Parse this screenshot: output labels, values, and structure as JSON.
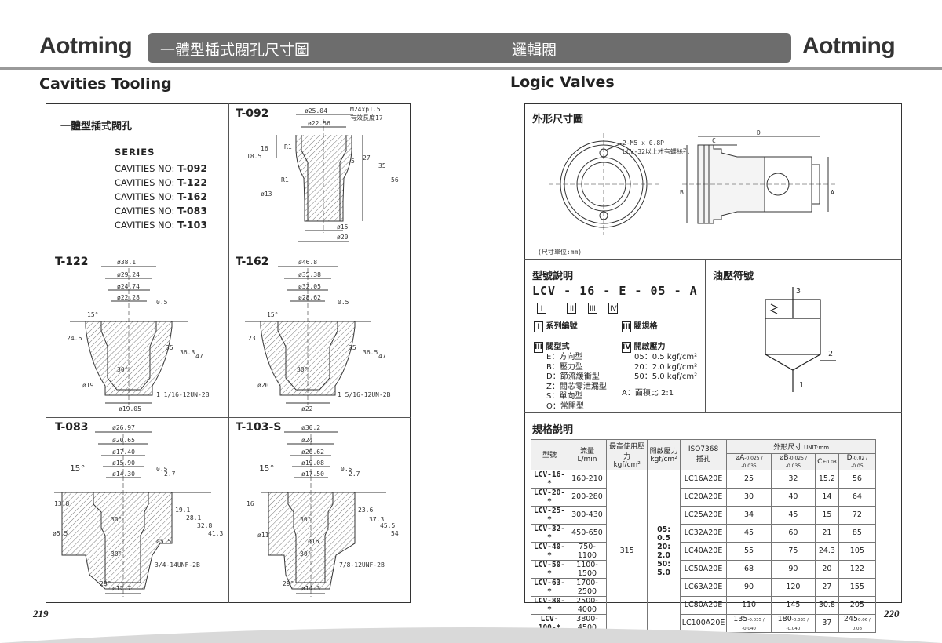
{
  "brand": "Aotming",
  "header": {
    "left_title": "一體型插式閥孔尺寸圖",
    "right_title": "邏輯閥"
  },
  "left": {
    "section": "Cavities Tooling",
    "series_box": {
      "heading": "一體型插式閥孔",
      "series_label": "SERIES",
      "cavities_prefix": "CAVITIES NO:",
      "cavities": [
        "T-092",
        "T-122",
        "T-162",
        "T-083",
        "T-103"
      ]
    },
    "drawings": [
      {
        "title": "T-092",
        "dims": [
          "ø25.04",
          "M24xp1.5",
          "有效長度17",
          "ø22.56",
          "18.5",
          "16",
          "R1",
          "5",
          "27",
          "35",
          "56",
          "ø13",
          "R1",
          "ø15",
          "ø20"
        ]
      },
      {
        "title": "T-122",
        "dims": [
          "ø38.1",
          "ø29.24",
          "ø24.74",
          "ø22.28",
          "0.5",
          "15°",
          "24.6",
          "35",
          "36.3",
          "47",
          "30°",
          "ø19",
          "1 1/16-12UN-2B",
          "ø19.05"
        ]
      },
      {
        "title": "T-162",
        "dims": [
          "ø46.8",
          "ø35.38",
          "ø32.05",
          "ø28.62",
          "0.5",
          "15°",
          "23",
          "35",
          "36.5",
          "47",
          "30°",
          "ø20",
          "1 5/16-12UN-2B",
          "ø22"
        ]
      },
      {
        "title": "T-083",
        "dims": [
          "ø26.97",
          "ø20.65",
          "ø17.40",
          "ø15.90",
          "ø14.30",
          "0.5",
          "2.7",
          "15°",
          "13.8",
          "19.1",
          "28.1",
          "32.8",
          "41.3",
          "30°",
          "ø5.5",
          "ø5.5",
          "30°",
          "3/4-14UNF-2B",
          "29°",
          "ø12.7"
        ]
      },
      {
        "title": "T-103-S",
        "dims": [
          "ø30.2",
          "ø24",
          "ø20.62",
          "ø19.08",
          "ø17.50",
          "0.5",
          "2.7",
          "15°",
          "16",
          "23.6",
          "37.3",
          "45.5",
          "54",
          "30°",
          "ø11",
          "ø16",
          "30°",
          "7/8-12UNF-2B",
          "29°",
          "ø14.3"
        ]
      }
    ],
    "page_number": "219"
  },
  "right": {
    "section": "Logic Valves",
    "outline": {
      "title": "外形尺寸圖",
      "note1": "2-M5 x 0.8P",
      "note2": "LCV-32以上才有螺絲孔",
      "unit_note": "(尺寸單位:mm)",
      "labels": [
        "C",
        "D",
        "B",
        "A"
      ]
    },
    "model": {
      "title": "型號說明",
      "code": [
        "LCV",
        "-",
        "16",
        "-",
        "E",
        "-",
        "05",
        "-",
        "A"
      ],
      "romans": [
        "I",
        "II",
        "III",
        "IV"
      ],
      "i_label": "系列編號",
      "ii_label": "閥規格",
      "iii_label": "閥型式",
      "iii_items": [
        "E：方向型",
        "B：壓力型",
        "D：節流緩衝型",
        "Z：閥芯零泄漏型",
        "S：單向型",
        "O：常開型"
      ],
      "iv_label": "開啟壓力",
      "iv_items": [
        "05：0.5 kgf/cm²",
        "20：2.0 kgf/cm²",
        "50：5.0 kgf/cm²"
      ],
      "area_ratio": "A：面積比 2:1"
    },
    "symbol": {
      "title": "油壓符號",
      "ports": [
        "3",
        "2",
        "1"
      ]
    },
    "spec": {
      "title": "規格說明",
      "headers": {
        "model": "型號",
        "flow": "流量",
        "flow_unit": "L/min",
        "max_pressure": "最高使用壓力",
        "max_unit": "kgf/cm²",
        "open_pressure": "開啟壓力",
        "open_unit": "kgf/cm²",
        "iso": "ISO7368",
        "iso_sub": "插孔",
        "outline": "外形尺寸",
        "unit": "UNIT:mm",
        "colA": "øA",
        "colA_tol": "-0.025 / -0.035",
        "colB": "øB",
        "colB_tol": "-0.025 / -0.035",
        "colC": "C",
        "colC_tol": "±0.08",
        "colD": "D",
        "colD_tol": "-0.02 / -0.05"
      },
      "rows": [
        {
          "model": "LCV-16-*",
          "flow": "160-210",
          "iso": "LC16A20E",
          "A": "25",
          "B": "32",
          "C": "15.2",
          "D": "56"
        },
        {
          "model": "LCV-20-*",
          "flow": "200-280",
          "iso": "LC20A20E",
          "A": "30",
          "B": "40",
          "C": "14",
          "D": "64"
        },
        {
          "model": "LCV-25-*",
          "flow": "300-430",
          "iso": "LC25A20E",
          "A": "34",
          "B": "45",
          "C": "15",
          "D": "72"
        },
        {
          "model": "LCV-32-*",
          "flow": "450-650",
          "iso": "LC32A20E",
          "A": "45",
          "B": "60",
          "C": "21",
          "D": "85"
        },
        {
          "model": "LCV-40-*",
          "flow": "750-1100",
          "iso": "LC40A20E",
          "A": "55",
          "B": "75",
          "C": "24.3",
          "D": "105"
        },
        {
          "model": "LCV-50-*",
          "flow": "1100-1500",
          "iso": "LC50A20E",
          "A": "68",
          "B": "90",
          "C": "20",
          "D": "122"
        },
        {
          "model": "LCV-63-*",
          "flow": "1700-2500",
          "iso": "LC63A20E",
          "A": "90",
          "B": "120",
          "C": "27",
          "D": "155"
        },
        {
          "model": "LCV-80-*",
          "flow": "2500-4000",
          "iso": "LC80A20E",
          "A": "110",
          "B": "145",
          "C": "30.8",
          "D": "205"
        },
        {
          "model": "LCV-100-*",
          "flow": "3800-4500",
          "iso": "LC100A20E",
          "A": "135",
          "A_tol": "-0.035 / -0.040",
          "B": "180",
          "B_tol": "-0.035 / -0.040",
          "C": "37",
          "D": "245",
          "D_tol": "0.06 / 0.08"
        }
      ],
      "max_pressure_value": "315",
      "open_pressures": [
        "05: 0.5",
        "20: 2.0",
        "50: 5.0"
      ]
    },
    "page_number": "220"
  }
}
